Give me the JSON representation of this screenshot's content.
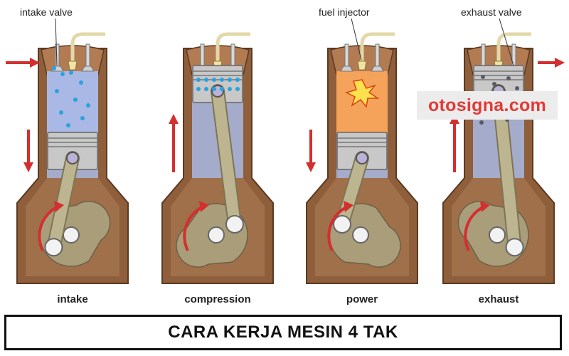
{
  "labels": {
    "intake_valve": "intake valve",
    "fuel_injector": "fuel injector",
    "exhaust_valve": "exhaust valve"
  },
  "strokes": [
    {
      "name": "intake",
      "motion": "down"
    },
    {
      "name": "compression",
      "motion": "up"
    },
    {
      "name": "power",
      "motion": "down"
    },
    {
      "name": "exhaust",
      "motion": "up"
    }
  ],
  "watermark": "otosigna.com",
  "title": "CARA KERJA MESIN 4 TAK",
  "colors": {
    "block": "#8f5e3a",
    "block_inner": "#a0704a",
    "cylinder": "#a9b8e4",
    "piston": "#c8c8c8",
    "rod": "#bdb58f",
    "arrow": "#d32f2f",
    "fuel_dot": "#29a3e0",
    "combustion": "#f5a35a",
    "exhaust_dot": "#5a5a6a"
  }
}
